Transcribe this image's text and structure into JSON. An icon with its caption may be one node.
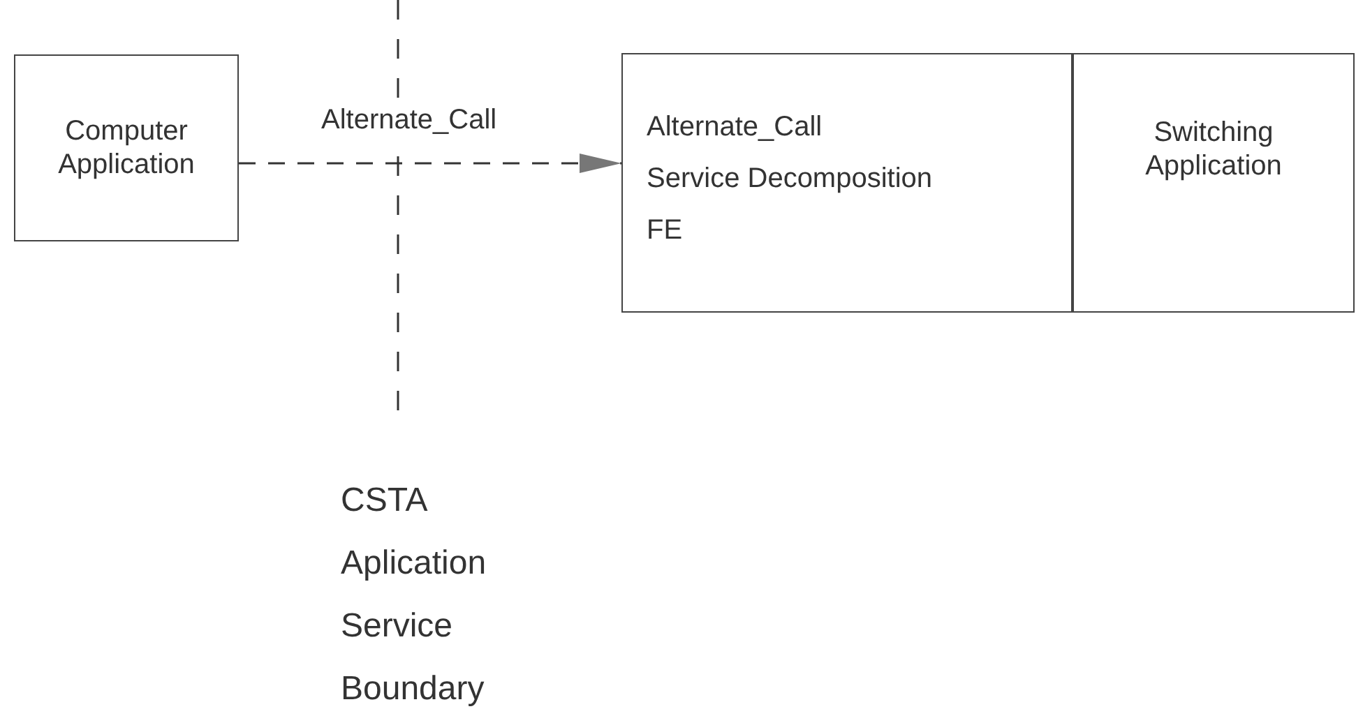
{
  "diagram": {
    "nodes": [
      {
        "text": [
          "Computer Application"
        ]
      },
      {
        "text": [
          "Alternate_Call",
          "Service Decomposition",
          "FE"
        ]
      },
      {
        "text": [
          "Switching Application"
        ]
      }
    ],
    "edges": [
      {
        "from": 0,
        "to": 1,
        "arrow": "to",
        "style": "dashed",
        "label": "Alternate_Call"
      }
    ],
    "labels": [
      "CSTA Aplication Service Boundary"
    ]
  }
}
